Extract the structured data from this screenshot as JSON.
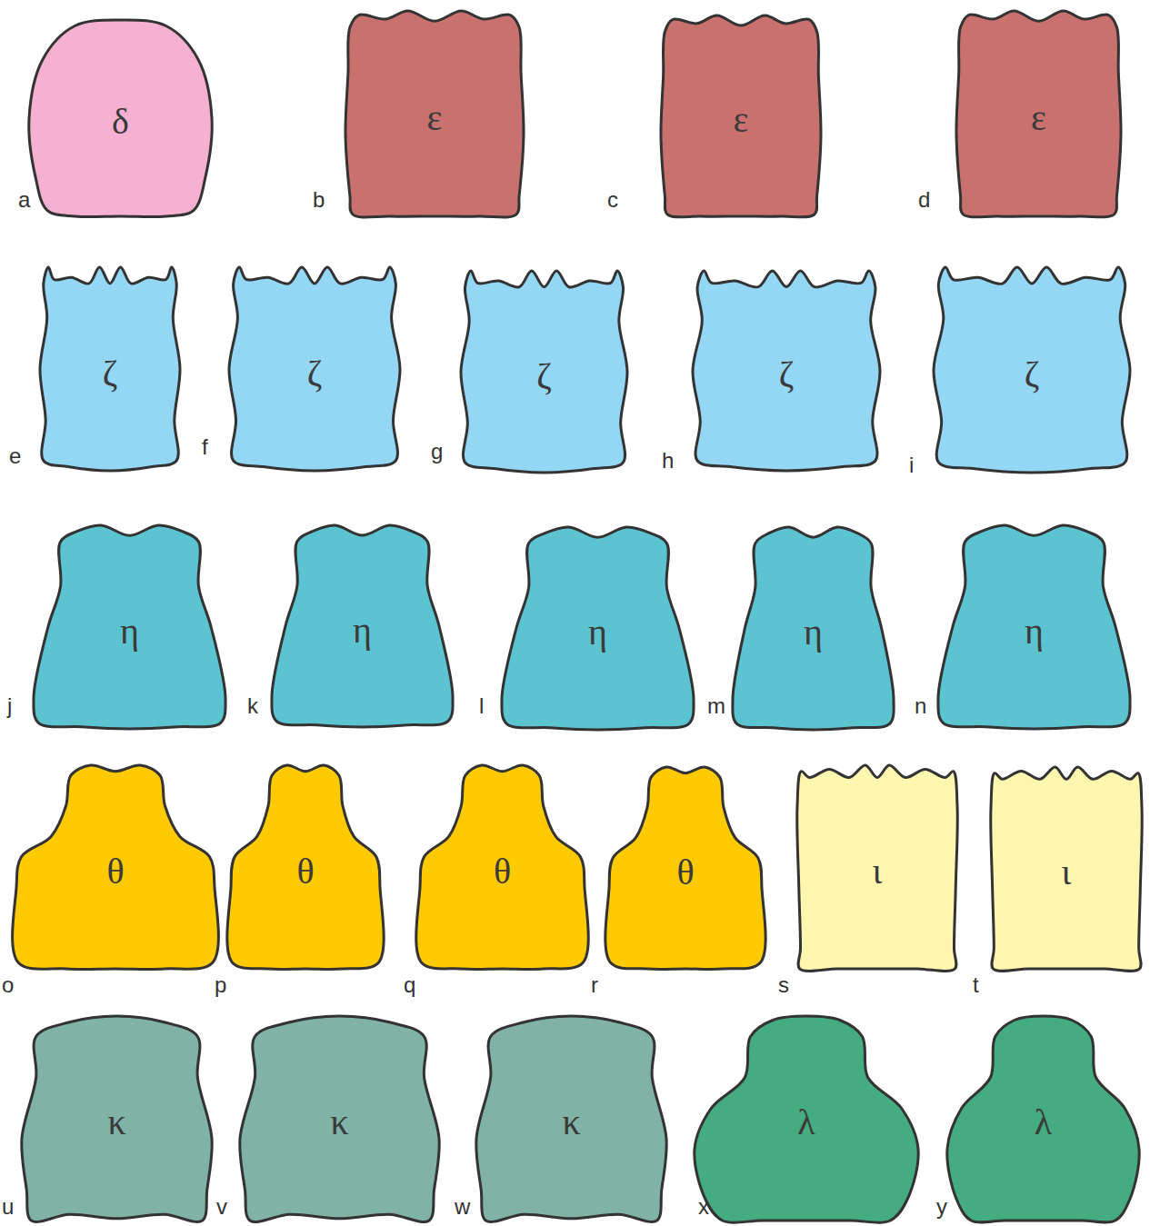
{
  "diagram": {
    "nodes": [
      {
        "text": [
          "δ"
        ]
      },
      {
        "text": [
          "ε"
        ]
      },
      {
        "text": [
          "ε"
        ]
      },
      {
        "text": [
          "ε"
        ]
      },
      {
        "text": [
          "ζ"
        ]
      },
      {
        "text": [
          "ζ"
        ]
      },
      {
        "text": [
          "ζ"
        ]
      },
      {
        "text": [
          "ζ"
        ]
      },
      {
        "text": [
          "ζ"
        ]
      },
      {
        "text": [
          "η"
        ]
      },
      {
        "text": [
          "η"
        ]
      },
      {
        "text": [
          "η"
        ]
      },
      {
        "text": [
          "η"
        ]
      },
      {
        "text": [
          "η"
        ]
      },
      {
        "text": [
          "θ"
        ]
      },
      {
        "text": [
          "θ"
        ]
      },
      {
        "text": [
          "θ"
        ]
      },
      {
        "text": [
          "θ"
        ]
      },
      {
        "text": [
          "ι"
        ]
      },
      {
        "text": [
          "ι"
        ]
      },
      {
        "text": [
          "κ"
        ]
      },
      {
        "text": [
          "κ"
        ]
      },
      {
        "text": [
          "κ"
        ]
      },
      {
        "text": [
          "λ"
        ]
      },
      {
        "text": [
          "λ"
        ]
      }
    ],
    "labels": [
      "a",
      "b",
      "c",
      "d",
      "e",
      "f",
      "g",
      "h",
      "i",
      "j",
      "k",
      "l",
      "m",
      "n",
      "o",
      "p",
      "q",
      "r",
      "s",
      "t",
      "u",
      "v",
      "w",
      "x",
      "y"
    ]
  }
}
